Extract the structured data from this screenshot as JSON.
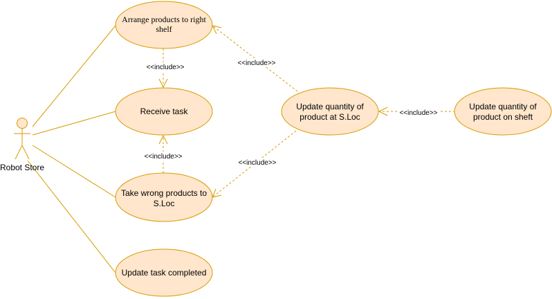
{
  "diagram": {
    "actor": {
      "name": "Robot Store"
    },
    "use_cases": {
      "arrange": {
        "lines": [
          "Arrange products to right",
          "shelf"
        ]
      },
      "receive": {
        "lines": [
          "Receive task"
        ]
      },
      "take_wrong": {
        "lines": [
          "Take wrong products to",
          "S.Loc"
        ]
      },
      "update_task": {
        "lines": [
          "Update task completed"
        ]
      },
      "update_qty_sloc": {
        "lines": [
          "Update quantity of",
          "product at S.Loc"
        ]
      },
      "update_qty_shelf": {
        "lines": [
          "Update quantity of",
          "product on sheft"
        ]
      }
    },
    "relations": {
      "include_label": "<<include>>"
    },
    "colors": {
      "fill": "#ffe6cc",
      "stroke": "#d79b00"
    }
  }
}
